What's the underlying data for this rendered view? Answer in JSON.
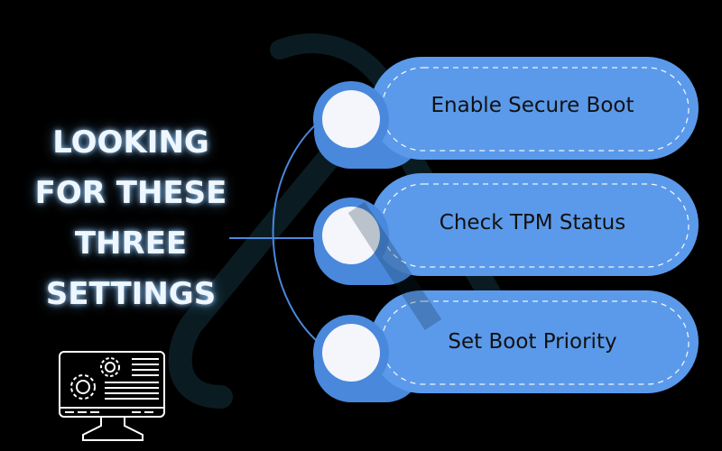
{
  "headline": {
    "lines": [
      "LOOKING",
      "FOR THESE",
      "THREE",
      "SETTINGS"
    ]
  },
  "steps": [
    {
      "label": "Enable Secure Boot"
    },
    {
      "label": "Check TPM Status"
    },
    {
      "label": "Set Boot Priority"
    }
  ],
  "icons": {
    "computer": "computer-settings-icon",
    "watermark": "triangle-logo-watermark"
  },
  "colors": {
    "background": "#000000",
    "pill": "#5b9aea",
    "pill_dark": "#4a88dc",
    "connector": "#4a88dc",
    "node_fill": "#f4f6fb",
    "watermark": "#0a1c22",
    "headline": "#eef6ff"
  }
}
